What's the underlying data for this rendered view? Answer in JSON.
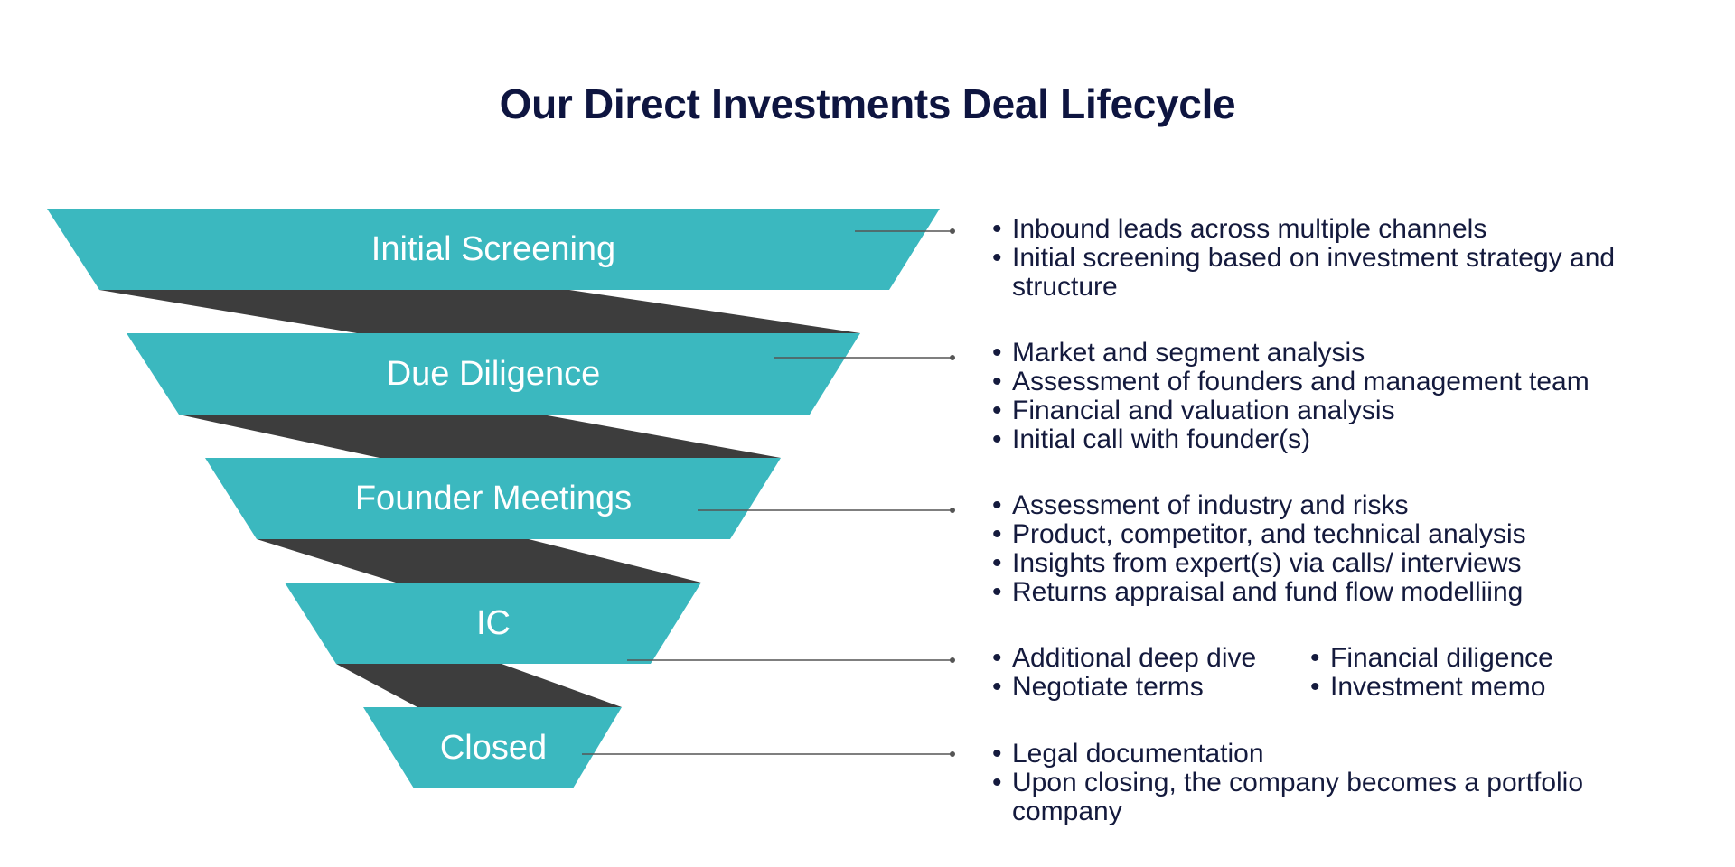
{
  "title": "Our Direct Investments Deal Lifecycle",
  "colors": {
    "stage_fill": "#3bb8bf",
    "connector_fill": "#3d3d3d",
    "leader_line": "#555555",
    "text": "#141a3d"
  },
  "stages": [
    {
      "label": "Initial Screening",
      "bullets": [
        "Inbound leads across multiple channels",
        "Initial screening based on investment strategy and structure"
      ]
    },
    {
      "label": "Due Diligence",
      "bullets": [
        "Market and segment analysis",
        "Assessment of founders and management team",
        "Financial and valuation analysis",
        "Initial call with founder(s)"
      ]
    },
    {
      "label": "Founder Meetings",
      "bullets": [
        "Assessment of industry and risks",
        "Product, competitor, and technical analysis",
        "Insights from expert(s) via calls/ interviews",
        "Returns appraisal and fund flow modelliing"
      ]
    },
    {
      "label": "IC",
      "bullets_col1": [
        "Additional deep dive",
        "Negotiate terms"
      ],
      "bullets_col2": [
        "Financial diligence",
        "Investment memo"
      ]
    },
    {
      "label": "Closed",
      "bullets": [
        "Legal documentation",
        "Upon closing, the company becomes a portfolio company"
      ]
    }
  ]
}
